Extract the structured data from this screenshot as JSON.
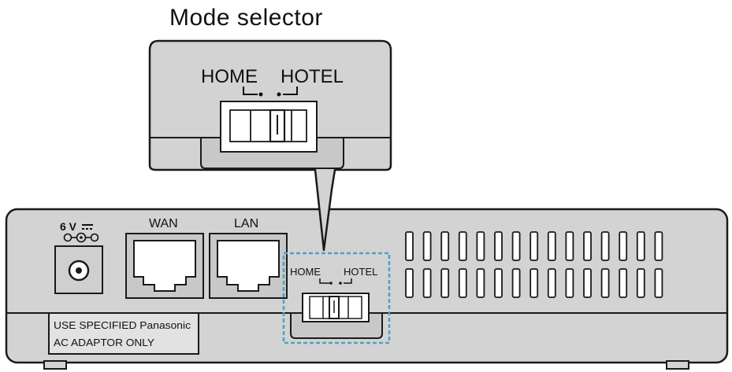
{
  "caption": "Mode selector",
  "callout": {
    "home_label": "HOME",
    "hotel_label": "HOTEL"
  },
  "device": {
    "power_label": "6 V",
    "wan_label": "WAN",
    "lan_label": "LAN",
    "switch_home_label": "HOME",
    "switch_hotel_label": "HOTEL",
    "adaptor_line1": "USE SPECIFIED  Panasonic",
    "adaptor_line2": "AC ADAPTOR ONLY"
  },
  "colors": {
    "body_gray": "#d3d3d3",
    "port_gray": "#c8c8c8",
    "highlight_dash": "#4aa3c8",
    "outline": "#1a1a1a"
  }
}
